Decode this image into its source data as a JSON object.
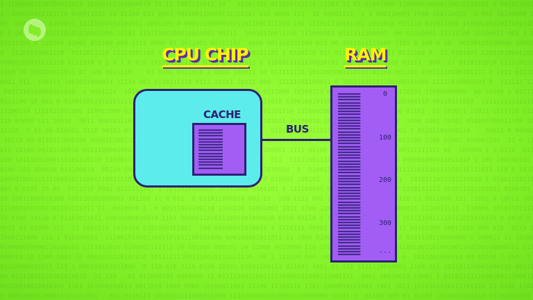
{
  "diagram": {
    "cpu_title": "CPU CHIP",
    "ram_title": "RAM",
    "cache_label": "CACHE",
    "bus_label": "BUS",
    "ram_addresses": [
      "0",
      "100",
      "200",
      "300",
      "..."
    ]
  },
  "colors": {
    "background": "#8ef52f",
    "cpu_fill": "#5cecec",
    "memory_fill": "#a25ef4",
    "outline": "#2d1f74",
    "title_yellow": "#fff200",
    "title_shadow": "#5a2da8"
  },
  "icons": {
    "logo": "pbs-logo-icon"
  }
}
